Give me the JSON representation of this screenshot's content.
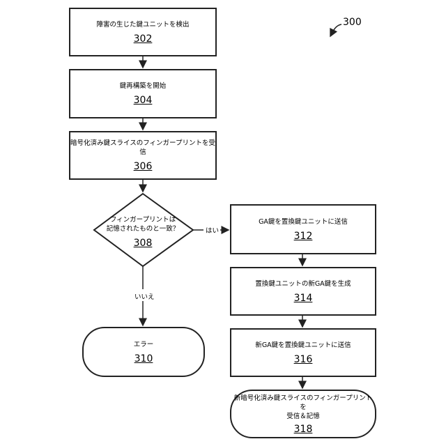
{
  "figure_ref": "300",
  "nodes": {
    "n302": {
      "label": "障害の生じた鍵ユニットを検出",
      "ref": "302"
    },
    "n304": {
      "label": "鍵再構築を開始",
      "ref": "304"
    },
    "n306": {
      "label": "暗号化済み鍵スライスのフィンガープリントを受信",
      "ref": "306"
    },
    "n308": {
      "label_line1": "フィンガープリントは",
      "label_line2": "記憶されたものと一致？",
      "ref": "308"
    },
    "n310": {
      "label": "エラー",
      "ref": "310"
    },
    "n312": {
      "label": "GA鍵を置換鍵ユニットに送信",
      "ref": "312"
    },
    "n314": {
      "label": "置換鍵ユニットの新GA鍵を生成",
      "ref": "314"
    },
    "n316": {
      "label": "新GA鍵を置換鍵ユニットに送信",
      "ref": "316"
    },
    "n318": {
      "label_line1": "新暗号化済み鍵スライスのフィンガープリントを",
      "label_line2": "受信＆記憶",
      "ref": "318"
    }
  },
  "edges": {
    "yes_label": "はい",
    "no_label": "いいえ"
  }
}
